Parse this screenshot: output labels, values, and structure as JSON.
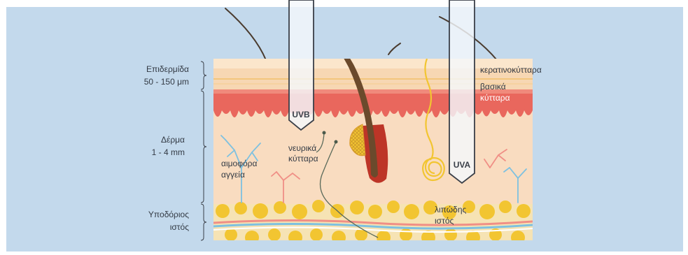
{
  "left_labels": {
    "epidermis_name": "Επιδερμίδα",
    "epidermis_thickness": "50 - 150 μm",
    "dermis_name": "Δέρμα",
    "dermis_thickness": "1 - 4 mm",
    "hypodermis_line1": "Υποδόριος",
    "hypodermis_line2": "ιστός"
  },
  "inner_labels": {
    "keratinocytes": "κερατινοκύτταρα",
    "basal_line1": "βασικά",
    "basal_line2": "κύτταρα",
    "nerve_line1": "νευρικά",
    "nerve_line2": "κύτταρα",
    "vessels_line1": "αιμοφόρα",
    "vessels_line2": "αγγεία",
    "fat_line1": "λιπώδης",
    "fat_line2": "ιστός"
  },
  "rays": {
    "uvb": "UVB",
    "uva": "UVA"
  },
  "colors": {
    "background": "#c3d9ec",
    "epidermis": "#f7d7b3",
    "dermis": "#f9dcc0",
    "basal_layer": "#e9675d",
    "fat": "#f2c531",
    "hair": "#6b4a2c",
    "bulb": "#bd3527",
    "ray_fill": "#f4f8fb",
    "vessel_blue": "#7ec1e0",
    "vessel_red": "#f08f86"
  }
}
